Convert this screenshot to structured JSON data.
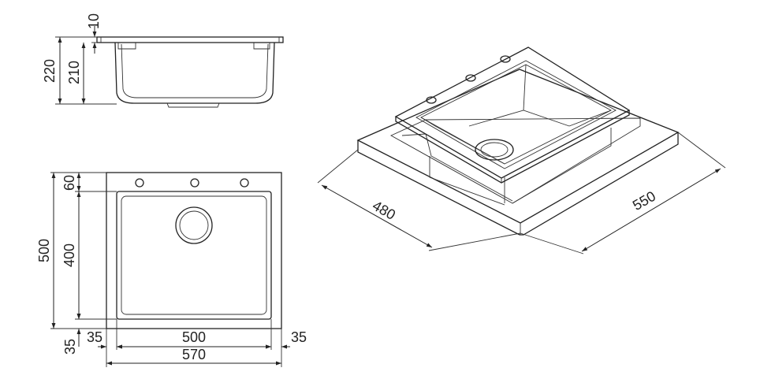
{
  "side_view": {
    "dim_rim": "10",
    "dim_total_depth": "220",
    "dim_bowl_depth": "210"
  },
  "top_view": {
    "dim_front_margin": "60",
    "dim_bowl_length": "400",
    "dim_total_length": "500",
    "dim_bottom_margin": "35",
    "dim_left_margin": "35",
    "dim_right_margin": "35",
    "dim_bowl_width": "500",
    "dim_total_width": "570"
  },
  "iso_view": {
    "dim_depth": "480",
    "dim_width": "550"
  },
  "colors": {
    "line": "#222222",
    "background": "#ffffff"
  }
}
